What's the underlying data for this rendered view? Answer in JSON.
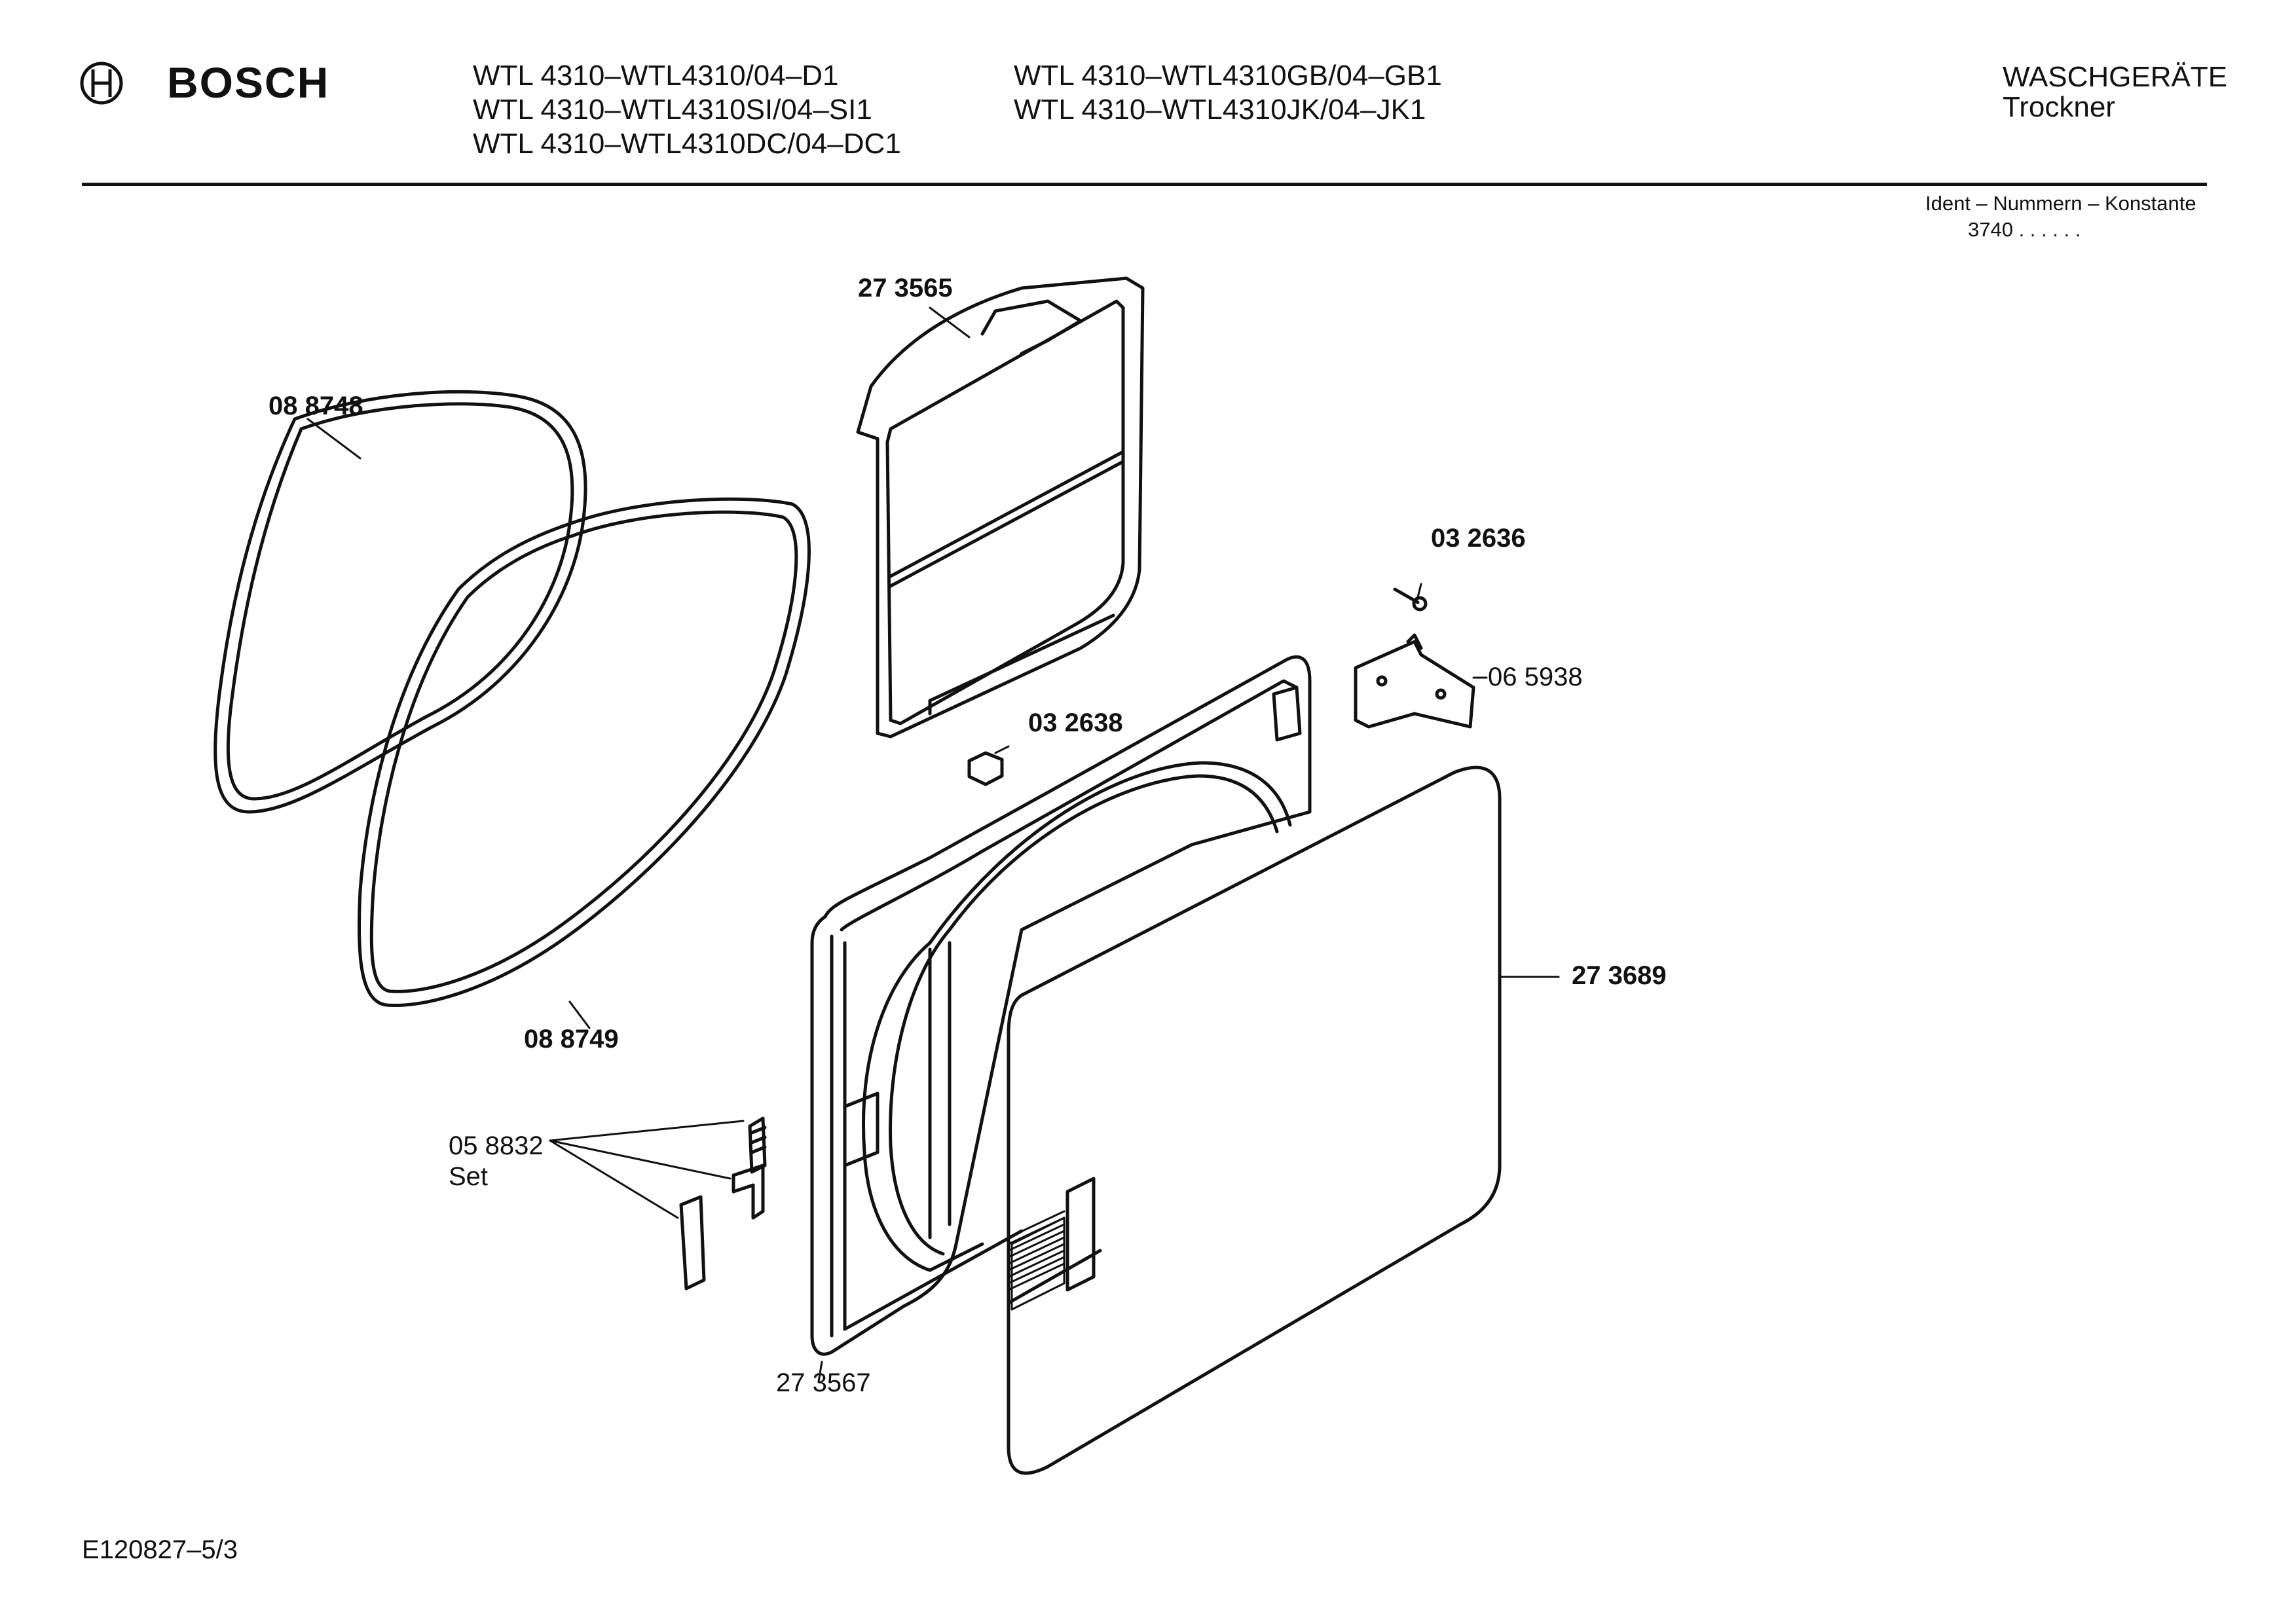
{
  "header": {
    "brand": "BOSCH",
    "models_left": [
      "WTL 4310–WTL4310/04–D1",
      "WTL 4310–WTL4310SI/04–SI1",
      "WTL 4310–WTL4310DC/04–DC1"
    ],
    "models_right": [
      "WTL 4310–WTL4310GB/04–GB1",
      "WTL 4310–WTL4310JK/04–JK1"
    ],
    "category": "WASCHGERÄTE",
    "subcategory": "Trockner",
    "ident_label": "Ident – Nummern – Konstante",
    "ident_value": "3740 . .  . . . ."
  },
  "parts": {
    "p273565": "27 3565",
    "p088748": "08 8748",
    "p032636": "03 2636",
    "p065938": "06 5938",
    "p032638": "03 2638",
    "p273689": "27 3689",
    "p088749": "08 8749",
    "p058832": "05 8832",
    "p058832_sub": "Set",
    "p273567": "27 3567"
  },
  "footer": {
    "doc_id": "E120827–5/3"
  }
}
